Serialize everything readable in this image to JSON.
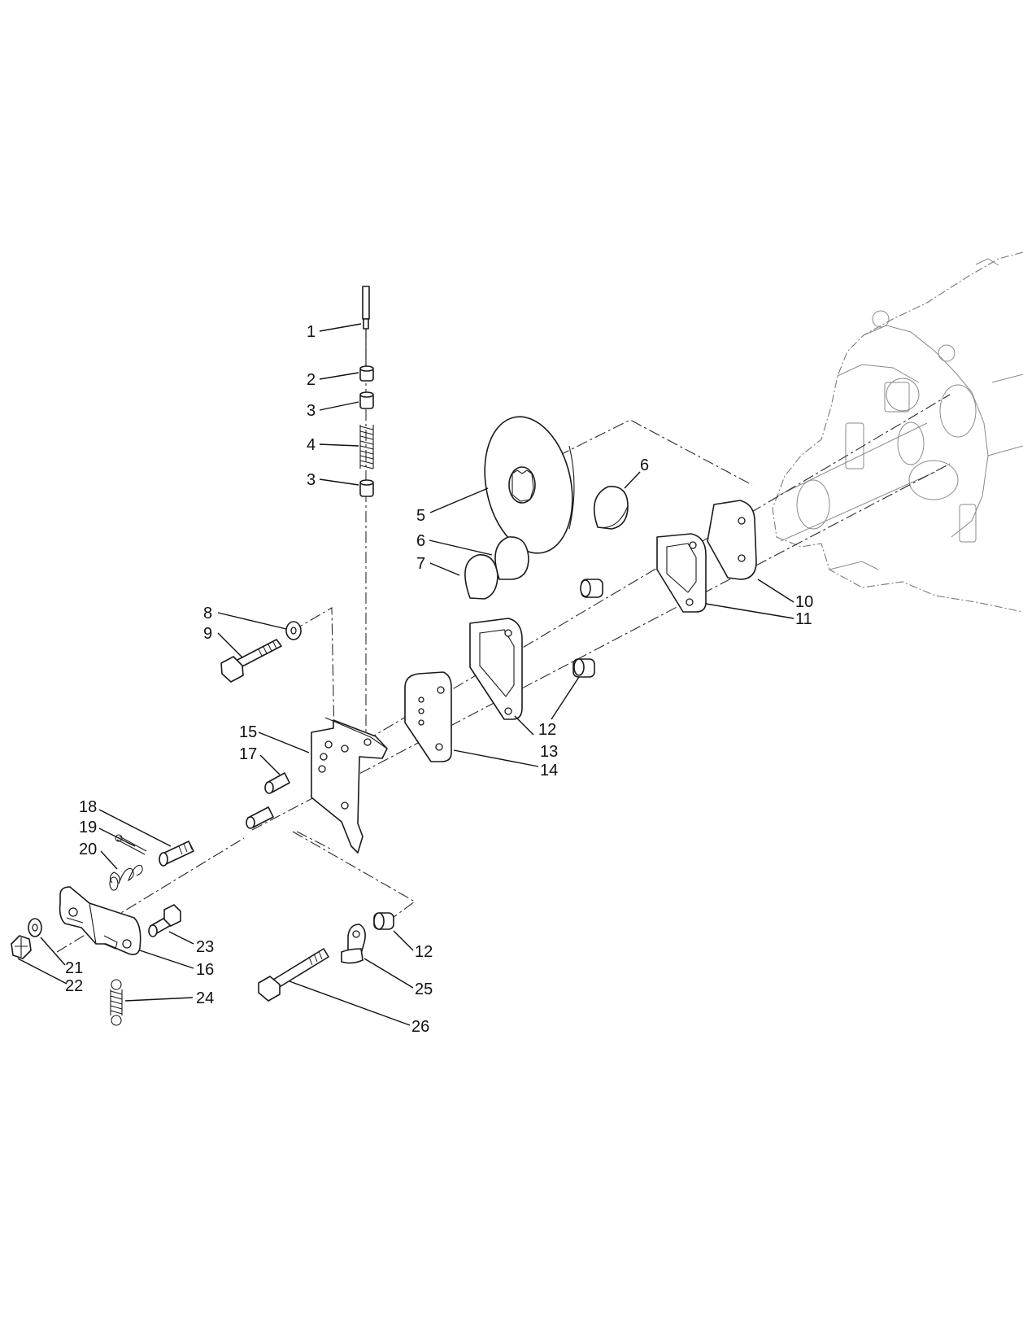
{
  "diagram": {
    "callouts": [
      {
        "id": "c1",
        "text": "1"
      },
      {
        "id": "c2",
        "text": "2"
      },
      {
        "id": "c3a",
        "text": "3"
      },
      {
        "id": "c4",
        "text": "4"
      },
      {
        "id": "c3b",
        "text": "3"
      },
      {
        "id": "c5",
        "text": "5"
      },
      {
        "id": "c6a",
        "text": "6"
      },
      {
        "id": "c6b",
        "text": "6"
      },
      {
        "id": "c7",
        "text": "7"
      },
      {
        "id": "c8",
        "text": "8"
      },
      {
        "id": "c9",
        "text": "9"
      },
      {
        "id": "c10",
        "text": "10"
      },
      {
        "id": "c11",
        "text": "11"
      },
      {
        "id": "c12a",
        "text": "12"
      },
      {
        "id": "c13",
        "text": "13"
      },
      {
        "id": "c14",
        "text": "14"
      },
      {
        "id": "c15",
        "text": "15"
      },
      {
        "id": "c17",
        "text": "17"
      },
      {
        "id": "c18",
        "text": "18"
      },
      {
        "id": "c19",
        "text": "19"
      },
      {
        "id": "c20",
        "text": "20"
      },
      {
        "id": "c21",
        "text": "21"
      },
      {
        "id": "c22",
        "text": "22"
      },
      {
        "id": "c23",
        "text": "23"
      },
      {
        "id": "c16",
        "text": "16"
      },
      {
        "id": "c12b",
        "text": "12"
      },
      {
        "id": "c25",
        "text": "25"
      },
      {
        "id": "c24",
        "text": "24"
      },
      {
        "id": "c26",
        "text": "26"
      }
    ]
  }
}
